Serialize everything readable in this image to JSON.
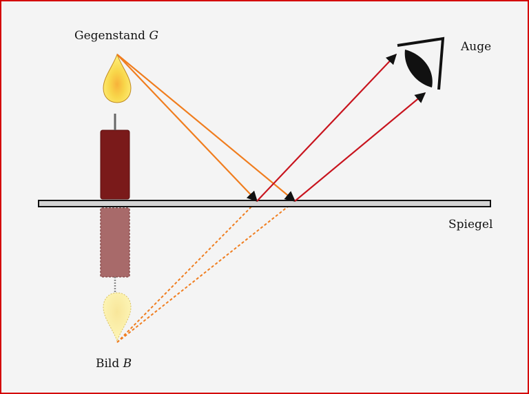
{
  "labels": {
    "object": "Gegenstand",
    "object_symbol": "G",
    "eye": "Auge",
    "mirror": "Spiegel",
    "image": "Bild",
    "image_symbol": "B"
  },
  "colors": {
    "frame_border": "#d40000",
    "background": "#f4f4f4",
    "incident_ray": "#f07d1e",
    "reflected_ray": "#c8141e",
    "virtual_ray": "#f07d1e",
    "candle_body": "#7a1a1a",
    "candle_image": "#a86a6a",
    "mirror_fill": "#d0d0d0",
    "eye": "#111111"
  },
  "icons": {
    "candle": "candle-icon",
    "flame": "flame-icon",
    "eye": "eye-icon"
  }
}
